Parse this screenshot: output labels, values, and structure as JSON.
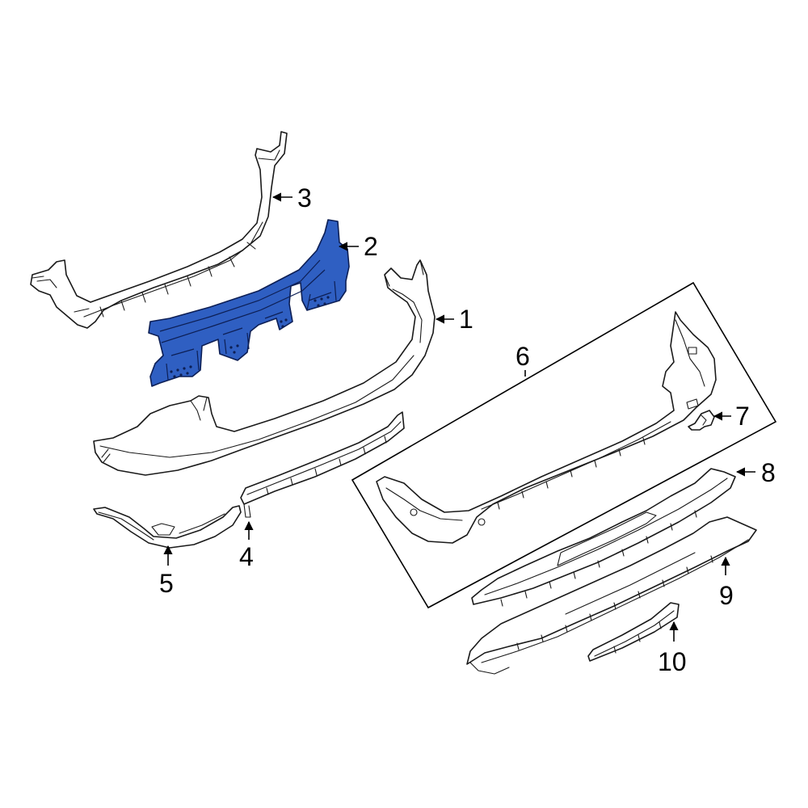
{
  "diagram": {
    "highlight_color": "#2f5fc2",
    "callouts": [
      {
        "id": "1",
        "label": "1"
      },
      {
        "id": "2",
        "label": "2"
      },
      {
        "id": "3",
        "label": "3"
      },
      {
        "id": "4",
        "label": "4"
      },
      {
        "id": "5",
        "label": "5"
      },
      {
        "id": "6",
        "label": "6"
      },
      {
        "id": "7",
        "label": "7"
      },
      {
        "id": "8",
        "label": "8"
      },
      {
        "id": "9",
        "label": "9"
      },
      {
        "id": "10",
        "label": "10"
      }
    ],
    "highlighted_part": "2"
  }
}
